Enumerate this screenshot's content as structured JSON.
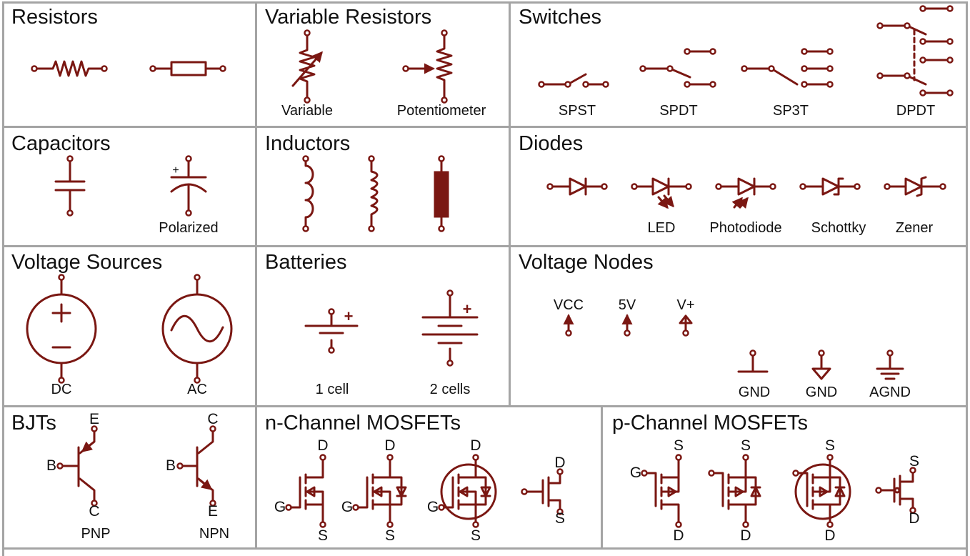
{
  "sections": {
    "resistors": {
      "title": "Resistors"
    },
    "variable_resistors": {
      "title": "Variable Resistors",
      "labels": [
        "Variable",
        "Potentiometer"
      ]
    },
    "switches": {
      "title": "Switches",
      "labels": [
        "SPST",
        "SPDT",
        "SP3T",
        "DPDT"
      ]
    },
    "capacitors": {
      "title": "Capacitors",
      "labels": [
        "Polarized"
      ],
      "plus": "+"
    },
    "inductors": {
      "title": "Inductors"
    },
    "diodes": {
      "title": "Diodes",
      "labels": [
        "LED",
        "Photodiode",
        "Schottky",
        "Zener"
      ]
    },
    "voltage_sources": {
      "title": "Voltage Sources",
      "labels": [
        "DC",
        "AC"
      ]
    },
    "batteries": {
      "title": "Batteries",
      "labels": [
        "1 cell",
        "2 cells"
      ],
      "plus": "+"
    },
    "voltage_nodes": {
      "title": "Voltage Nodes",
      "supply": [
        "VCC",
        "5V",
        "V+"
      ],
      "ground": [
        "GND",
        "GND",
        "AGND"
      ]
    },
    "bjts": {
      "title": "BJTs",
      "labels": [
        "PNP",
        "NPN"
      ],
      "pnp_pins": {
        "top": "E",
        "base": "B",
        "bottom": "C"
      },
      "npn_pins": {
        "top": "C",
        "base": "B",
        "bottom": "E"
      }
    },
    "n_mosfets": {
      "title": "n-Channel MOSFETs",
      "pins": {
        "top": "D",
        "gate": "G",
        "bottom": "S"
      }
    },
    "p_mosfets": {
      "title": "p-Channel MOSFETs",
      "pins": {
        "top": "S",
        "gate": "G",
        "bottom": "D"
      }
    }
  },
  "colors": {
    "symbol": "#7a1712",
    "border": "#a4a4a4",
    "text": "#111111"
  }
}
